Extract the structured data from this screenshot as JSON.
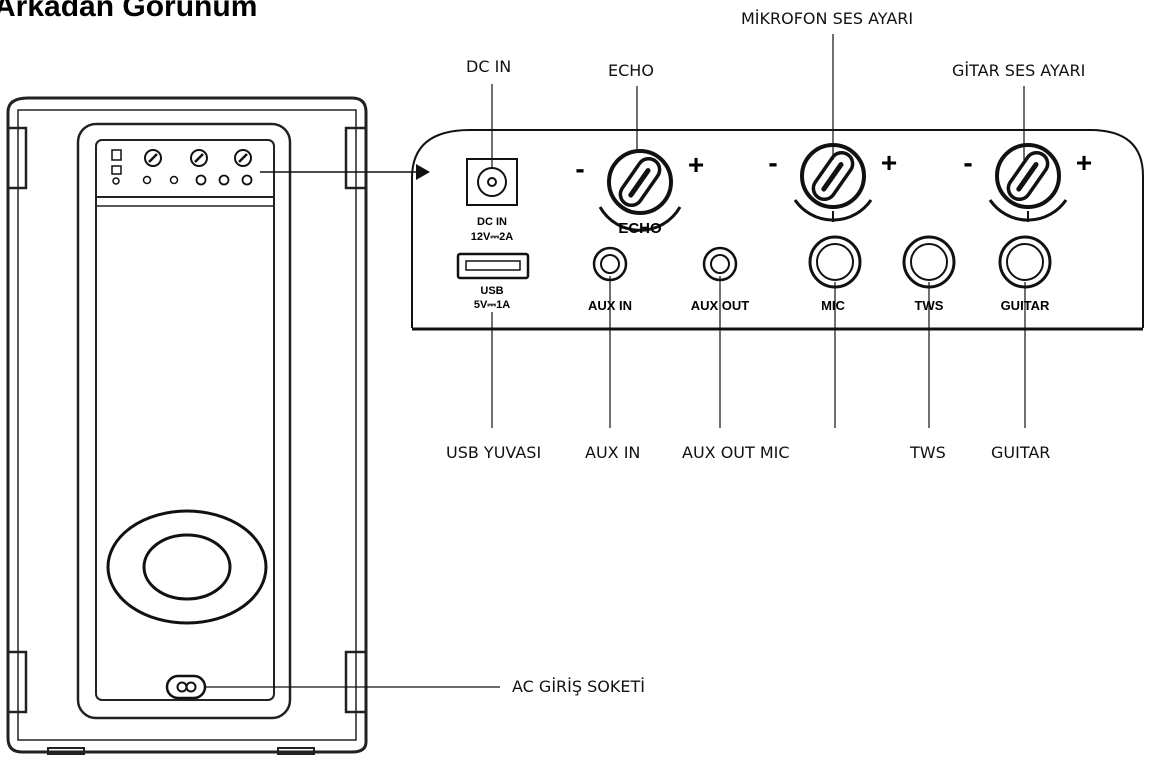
{
  "title": "Arkadan Görünüm",
  "callouts": {
    "dc_in": "DC IN",
    "echo": "ECHO",
    "mic_volume": "MİKROFON SES AYARI",
    "guitar_volume": "GİTAR SES AYARI",
    "usb_slot": "USB YUVASI",
    "aux_in": "AUX IN",
    "aux_out_mic": "AUX OUT MIC",
    "tws": "TWS",
    "guitar": "GUITAR",
    "ac_socket": "AC GİRİŞ SOKETİ"
  },
  "panel": {
    "dc_in_label": "DC IN",
    "dc_in_rating": "12V⎓2A",
    "usb_label": "USB",
    "usb_rating": "5V⎓1A",
    "echo_knob": "ECHO",
    "minus": "-",
    "plus": "+",
    "jacks": {
      "aux_in": "AUX IN",
      "aux_out": "AUX OUT",
      "mic": "MIC",
      "tws": "TWS",
      "guitar": "GUITAR"
    }
  },
  "icons": [
    "knob-icon",
    "jack-icon",
    "usb-port-icon",
    "dc-jack-icon",
    "ac-socket-icon",
    "arrow-icon"
  ]
}
